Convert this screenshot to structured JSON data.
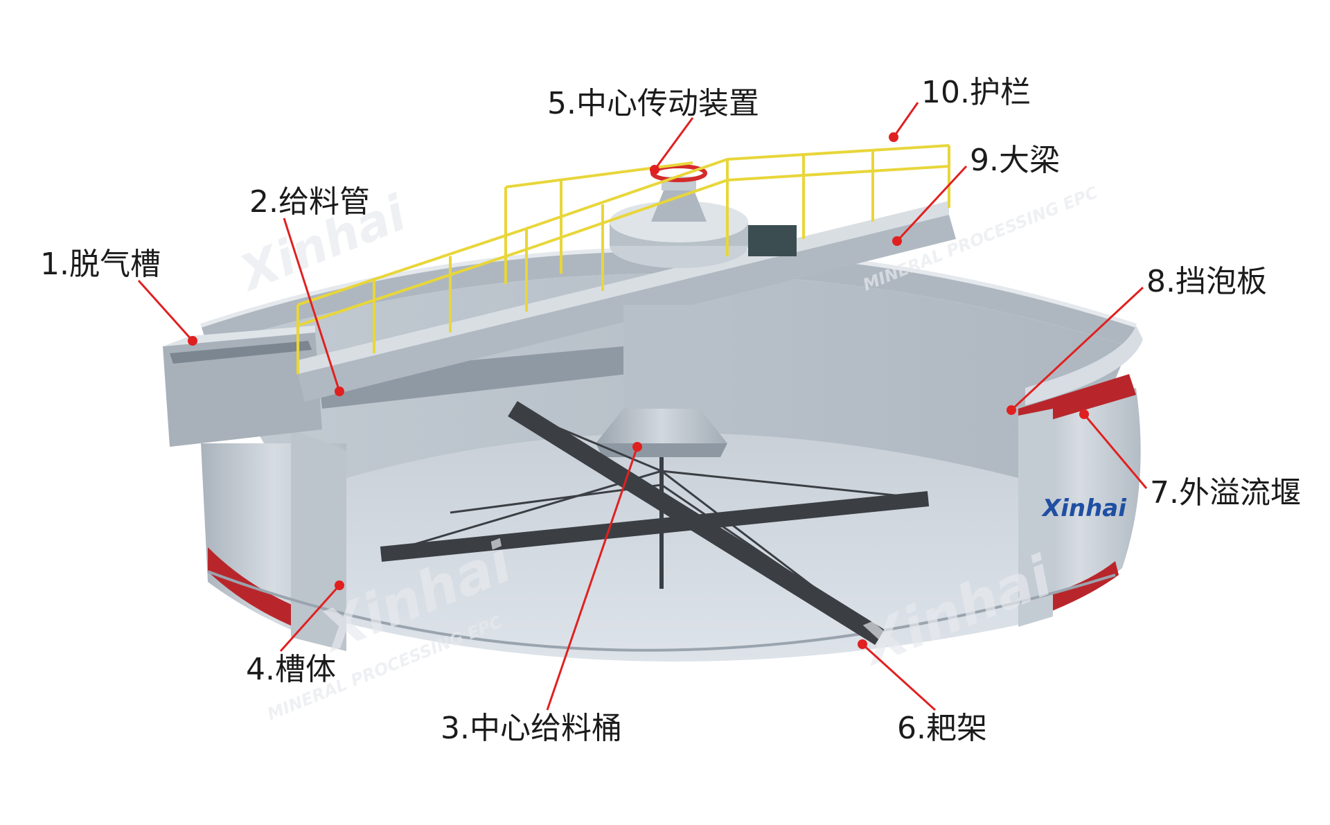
{
  "colors": {
    "background": "#ffffff",
    "tank_body": "#c7ced6",
    "tank_interior": "#b9c2cc",
    "floor": "#d3dae1",
    "red_band": "#b8262b",
    "railing": "#e8d63a",
    "rake": "#3b3f44",
    "leader_line": "#e02020",
    "label_text": "#1b1b1b",
    "logo": "#1f4fa3"
  },
  "watermark": {
    "brand": "Xinhai",
    "tagline": "MINERAL PROCESSING EPC"
  },
  "diagram": {
    "callouts": [
      {
        "id": "1",
        "label": "1.脱气槽"
      },
      {
        "id": "2",
        "label": "2.给料管"
      },
      {
        "id": "3",
        "label": "3.中心给料桶"
      },
      {
        "id": "4",
        "label": "4.槽体"
      },
      {
        "id": "5",
        "label": "5.中心传动装置"
      },
      {
        "id": "6",
        "label": "6.耙架"
      },
      {
        "id": "7",
        "label": "7.外溢流堰"
      },
      {
        "id": "8",
        "label": "8.挡泡板"
      },
      {
        "id": "9",
        "label": "9.大梁"
      },
      {
        "id": "10",
        "label": "10.护栏"
      }
    ]
  }
}
